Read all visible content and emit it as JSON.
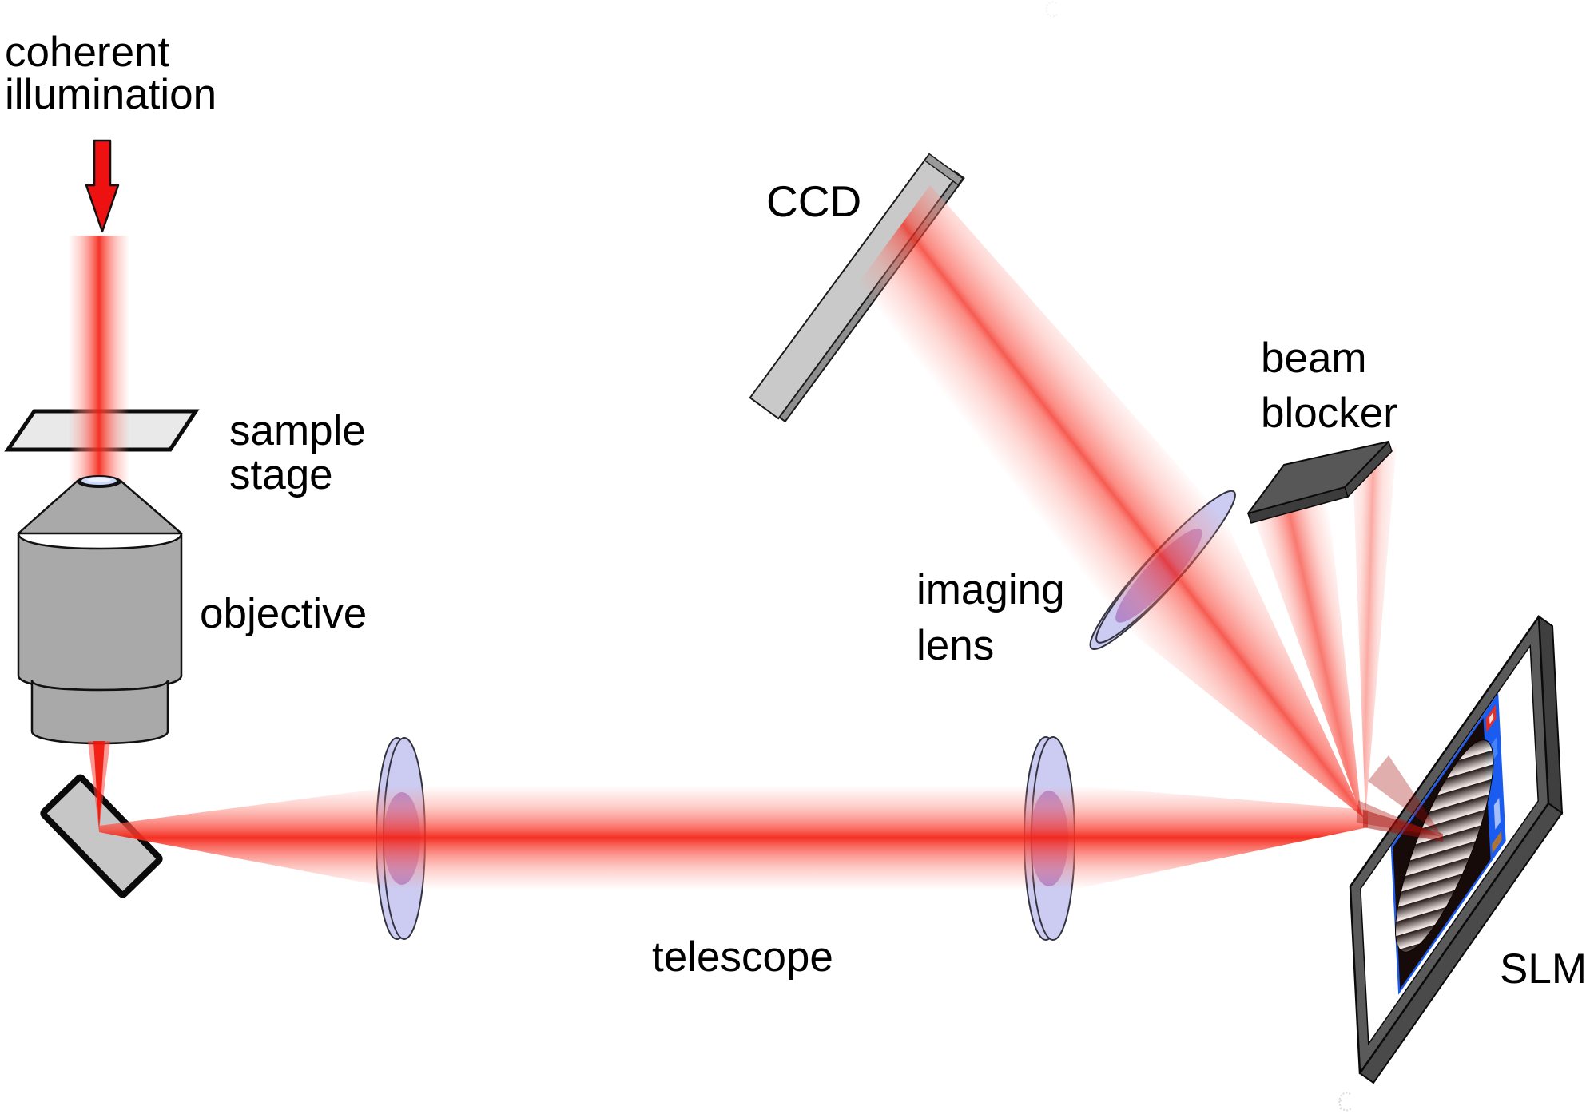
{
  "diagram": {
    "labels": {
      "illumination_source": [
        "coherent",
        "illumination"
      ],
      "sample_stage": [
        "sample",
        "stage"
      ],
      "objective": "objective",
      "telescope": "telescope",
      "imaging_lens": [
        "imaging",
        "lens"
      ],
      "beam_blocker": [
        "beam",
        "blocker"
      ],
      "ccd": "CCD",
      "slm": "SLM"
    },
    "colors": {
      "beam_core": "#f42417",
      "beam_mid": "#f84336",
      "beam_soft": "#fc8c82",
      "arrow_red": "#ee1111",
      "lens_fill": "#ccccf2",
      "purple_blob": "#8a2d9e",
      "metal_gray": "#a9a9a9",
      "plate_gray": "#c9c9c9",
      "mirror_gray": "#c6c6c6",
      "stage_gray": "#e9e9e9",
      "blocker_gray": "#575757",
      "frame_gray": "#5a5a5a",
      "screen_black": "#0a0a0a",
      "window_blue": "#1a5cf0",
      "label_black": "#000000"
    }
  }
}
